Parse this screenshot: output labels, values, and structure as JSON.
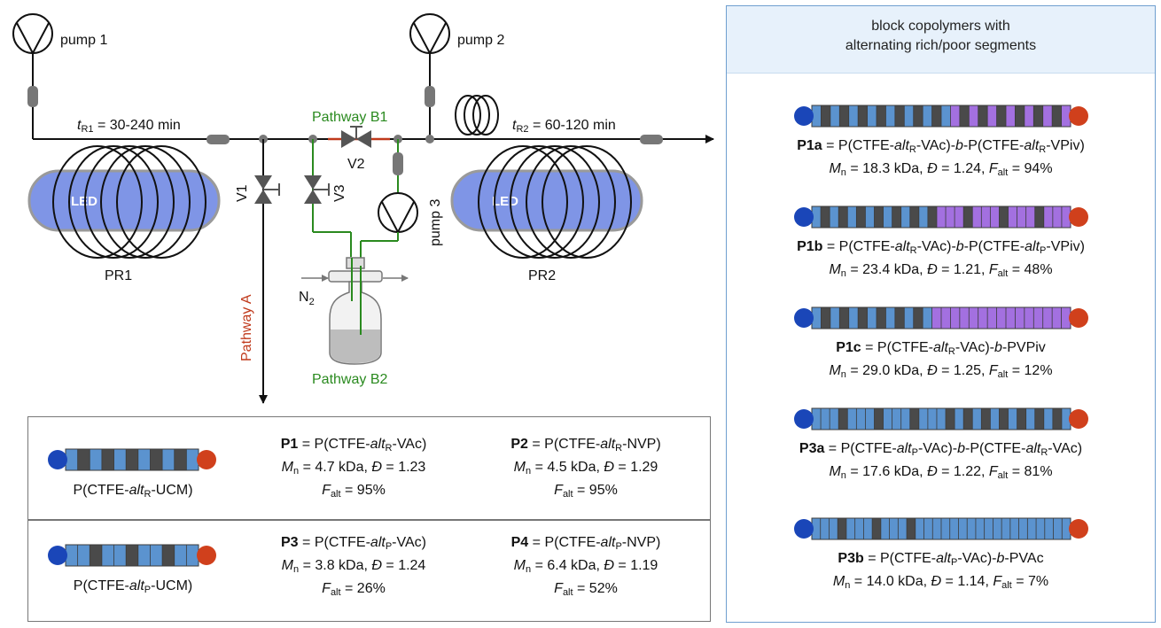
{
  "apparatus": {
    "pump1": "pump 1",
    "pump2": "pump 2",
    "pump3": "pump 3",
    "tr1_italic": "t",
    "tr1_sub": "R1",
    "tr1_rest": " = 30-240 min",
    "tr2_italic": "t",
    "tr2_sub": "R2",
    "tr2_rest": " = 60-120 min",
    "led1": "LED",
    "led2": "LED",
    "pr1": "PR1",
    "pr2": "PR2",
    "v1": "V1",
    "v2": "V2",
    "v3": "V3",
    "pathway_a": "Pathway A",
    "pathway_b1": "Pathway B1",
    "pathway_b2": "Pathway B2",
    "n2": "N",
    "n2_sub": "2"
  },
  "colors": {
    "blue_block": "#5b93cf",
    "dark_block": "#4a4a4a",
    "purple_block": "#a370e0",
    "end_blue": "#1a46b8",
    "end_red": "#d0401c",
    "led": "#7f95e6",
    "green": "#2a8a1f",
    "red": "#c0391b"
  },
  "right_panel": {
    "title_line1": "block copolymers with",
    "title_line2": "alternating rich/poor segments",
    "entries": [
      {
        "id": "P1a",
        "f1": "P(CTFE-",
        "f2": "alt",
        "f2sub": "R",
        "f3": "-VAc)-",
        "f4": "b",
        "f5": "-P(CTFE-",
        "f6": "alt",
        "f6sub": "R",
        "f7": "-VPiv)",
        "mn": "18.3 kDa",
        "d": "1.24",
        "falt": "94%"
      },
      {
        "id": "P1b",
        "f1": "P(CTFE-",
        "f2": "alt",
        "f2sub": "R",
        "f3": "-VAc)-",
        "f4": "b",
        "f5": "-P(CTFE-",
        "f6": "alt",
        "f6sub": "P",
        "f7": "-VPiv)",
        "mn": "23.4 kDa",
        "d": "1.21",
        "falt": "48%"
      },
      {
        "id": "P1c",
        "f1": "P(CTFE-",
        "f2": "alt",
        "f2sub": "R",
        "f3": "-VAc)-",
        "f4": "b",
        "f5": "-PVPiv",
        "f6": "",
        "f6sub": "",
        "f7": "",
        "mn": "29.0 kDa",
        "d": "1.25",
        "falt": "12%"
      },
      {
        "id": "P3a",
        "f1": "P(CTFE-",
        "f2": "alt",
        "f2sub": "P",
        "f3": "-VAc)-",
        "f4": "b",
        "f5": "-P(CTFE-",
        "f6": "alt",
        "f6sub": "R",
        "f7": "-VAc)",
        "mn": "17.6 kDa",
        "d": "1.22",
        "falt": "81%"
      },
      {
        "id": "P3b",
        "f1": "P(CTFE-",
        "f2": "alt",
        "f2sub": "P",
        "f3": "-VAc)-",
        "f4": "b",
        "f5": "-PVAc",
        "f6": "",
        "f6sub": "",
        "f7": "",
        "mn": "14.0 kDa",
        "d": "1.14",
        "falt": "7%"
      }
    ]
  },
  "bottom_panel": {
    "ucm_r": {
      "a": "P(CTFE-",
      "b": "alt",
      "sub": "R",
      "c": "-UCM)"
    },
    "ucm_p": {
      "a": "P(CTFE-",
      "b": "alt",
      "sub": "P",
      "c": "-UCM)"
    },
    "entries": [
      {
        "id": "P1",
        "f1": "P(CTFE-",
        "f2": "alt",
        "f2sub": "R",
        "f3": "-VAc)",
        "mn": "4.7 kDa",
        "d": "1.23",
        "falt": "95%"
      },
      {
        "id": "P2",
        "f1": "P(CTFE-",
        "f2": "alt",
        "f2sub": "R",
        "f3": "-NVP)",
        "mn": "4.5 kDa",
        "d": "1.29",
        "falt": "95%"
      },
      {
        "id": "P3",
        "f1": "P(CTFE-",
        "f2": "alt",
        "f2sub": "P",
        "f3": "-VAc)",
        "mn": "3.8 kDa",
        "d": "1.24",
        "falt": "26%"
      },
      {
        "id": "P4",
        "f1": "P(CTFE-",
        "f2": "alt",
        "f2sub": "P",
        "f3": "-NVP)",
        "mn": "6.4 kDa",
        "d": "1.19",
        "falt": "52%"
      }
    ]
  },
  "labels": {
    "mn_M": "M",
    "mn_sub": "n",
    "d_sym": "Đ",
    "f_F": "F",
    "f_sub": "alt",
    "eq": " = ",
    "comma": ", "
  },
  "chains": {
    "P1a": "BDBDBDBDBDBDBDBPDPDPDPDPDPDP",
    "P1b": "BDBDBDBDBDBDBDPPPDPPPDPPPDPPP",
    "P1c": "BDBDBDBDBDBDBPPPPPPPPPPPPPPP",
    "P3a": "BBBDBBBDBBBDBBBDBDBDBDBDBDBDB",
    "P3b": "BBBDBBBDBBBDBBBBBBBBBBBBBBBBBB",
    "UCM_R": "BDBDBDBDBDB",
    "UCM_P": "BBDBBDBBDBB"
  }
}
